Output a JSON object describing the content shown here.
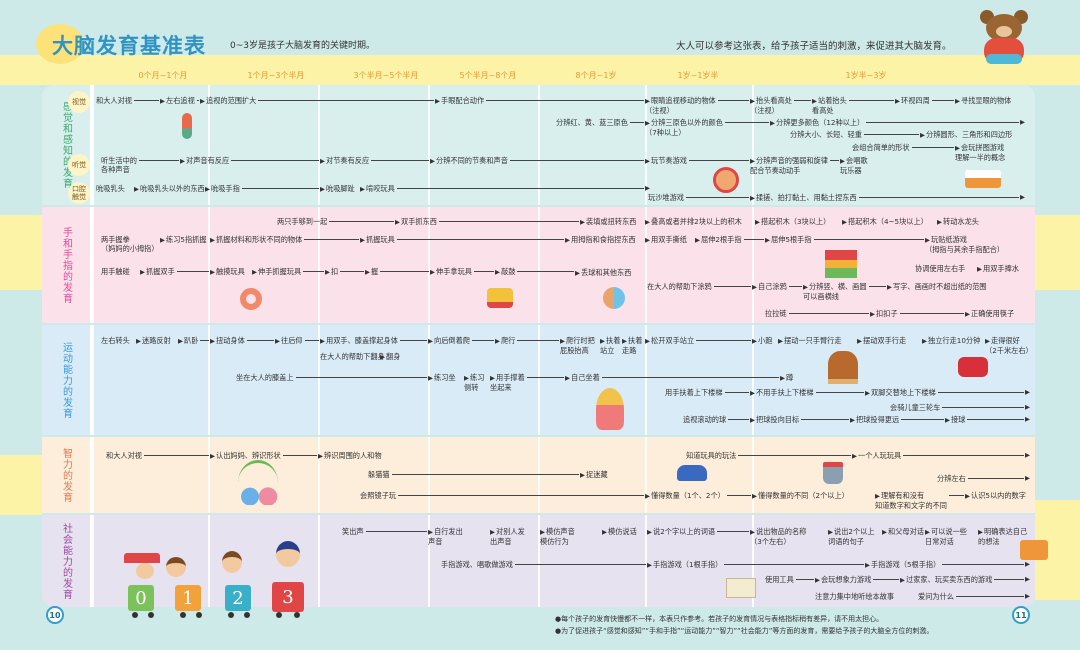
{
  "header": {
    "title": "大脑发育基准表",
    "subtitle": "0~3岁是孩子大脑发育的关键时期。",
    "right_note": "大人可以参考这张表，给予孩子适当的刺激，来促进其大脑发育。"
  },
  "months": [
    "0个月~1个月",
    "1个月~3个半月",
    "3个半月~5个半月",
    "5个半月~8个月",
    "8个月~1岁",
    "1岁~1岁半",
    "1岁半~3岁"
  ],
  "sections": [
    {
      "label": "感觉和感知的发育",
      "color": "#3aa86b",
      "bg": "#d8efee",
      "chips": [
        "视觉",
        "听觉",
        "口腔\n触觉"
      ],
      "items": [
        "和大人对视",
        "左右追视",
        "追视的范围扩大",
        "手眼配合动作",
        "眼睛追视移动的物体\n（注视）",
        "抬头看高处\n（注视）",
        "站着抬头\n看高处",
        "环视四周",
        "寻找显眼的物体",
        "分辨红、黄、蓝三原色",
        "分辨三原色以外的颜色\n（7种以上）",
        "分辨更多颜色（12种以上）",
        "分辨大小、长短、轻重",
        "分辨圆形、三角形和四边形",
        "会组合简单的形状",
        "会玩拼图游戏\n理解一半的概念",
        "听生活中的\n各种声音",
        "对声音有反应",
        "对节奏有反应",
        "分辨不同的节奏和声音",
        "玩节奏游戏",
        "分辨声音的强弱和旋律\n配合节奏动动手",
        "会唱歌\n玩乐器",
        "吮吸乳头",
        "吮吸乳头以外的东西",
        "吮吸手指",
        "吮吸脚趾",
        "啃咬玩具",
        "玩沙堆游戏",
        "揉搓、拍打黏土、用黏土捏东西"
      ]
    },
    {
      "label": "手和手指的发育",
      "color": "#e04a9a",
      "bg": "#fbe1ea",
      "items": [
        "两只手够到一起",
        "双手抓东西",
        "装填或扭转东西",
        "叠高或者并排2块以上的积木",
        "搭起积木（3块以上）",
        "搭起积木（4~5块以上）",
        "转动水龙头",
        "两手握拳\n（妈妈的小拇指）",
        "练习5指抓握",
        "抓握材料和形状不同的物体",
        "抓握玩具",
        "用拇指和食指捏东西",
        "用双手撕纸",
        "屈伸2根手指",
        "屈伸5根手指",
        "玩贴纸游戏\n（拇指与其余手指配合）",
        "用手触碰",
        "抓握双手",
        "触摸玩具",
        "伸手抓握玩具",
        "扣",
        "握",
        "伸手拿玩具",
        "敲鼓",
        "丢球和其他东西",
        "协调使用左右手",
        "用双手捧水",
        "在大人的帮助下涂鸦",
        "自己涂鸦",
        "分辨竖、横、画圆\n可以画横线",
        "写字、画画时不超出纸的范围",
        "拉拉链",
        "扣扣子",
        "正确使用筷子"
      ]
    },
    {
      "label": "运动能力的发育",
      "color": "#3a9ad8",
      "bg": "#d9ebf7",
      "items": [
        "左右转头",
        "迷路反射",
        "趴卧",
        "扭动身体",
        "往后仰",
        "用双手、膝盖撑起身体",
        "向后倒着爬",
        "爬行",
        "爬行时把\n屁股抬高",
        "扶着\n站立",
        "扶着\n走路",
        "松开双手站立",
        "小跑",
        "摆动一只手臂行走",
        "摆动双手行走",
        "独立行走10分钟",
        "走得很好\n（2千米左右）",
        "在大人的帮助下翻身",
        "翻身",
        "坐在大人的膝盖上",
        "练习坐",
        "练习\n侧转",
        "用手撑着\n坐起来",
        "自己坐着",
        "蹲",
        "用手扶着上下楼梯",
        "不用手扶上下楼梯",
        "双脚交替地上下楼梯",
        "会骑儿童三轮车",
        "追视滚动的球",
        "把球投向目标",
        "把球投得更远",
        "接球"
      ]
    },
    {
      "label": "智力的发育",
      "color": "#e07a50",
      "bg": "#fdeedb",
      "items": [
        "和大人对视",
        "认出妈妈、辨识形状",
        "辨识周围的人和物",
        "躲猫猫",
        "捉迷藏",
        "会照镜子玩",
        "知道玩具的玩法",
        "一个人玩玩具",
        "分辨左右",
        "懂得数量（1个、2个）",
        "懂得数量的不同（2个以上）",
        "理解有和没有\n知道数字和文字的不同",
        "认识5以内的数字"
      ]
    },
    {
      "label": "社会能力的发育",
      "color": "#a04aa0",
      "bg": "#e6e2ef",
      "items": [
        "笑出声",
        "自行发出\n声音",
        "对别人发\n出声音",
        "模仿声音\n模仿行为",
        "模仿说话",
        "说2个字以上的词语",
        "说出物品的名称\n（3个左右）",
        "说出2个以上\n词语的句子",
        "和父母对话",
        "可以说一些\n日常对话",
        "明确表达自己\n的想法",
        "手指游戏、唱歌做游戏",
        "手指游戏（1根手指）",
        "手指游戏（5根手指）",
        "使用工具",
        "会玩想象力游戏",
        "过家家、玩买卖东西的游戏",
        "注意力集中地听绘本故事",
        "爱问为什么"
      ]
    }
  ],
  "train_numbers": [
    "0",
    "1",
    "2",
    "3"
  ],
  "footer": {
    "page_left": "10",
    "page_right": "11",
    "notes": [
      "●每个孩子的发育快慢都不一样，本表只作参考。若孩子的发育情况与表格指标稍有差异，请不用太担心。",
      "●为了促进孩子“感觉和感知”“手和手指”“运动能力”“智力”“社会能力”等方面的发育，需要给予孩子的大脑全方位的刺激。"
    ]
  }
}
